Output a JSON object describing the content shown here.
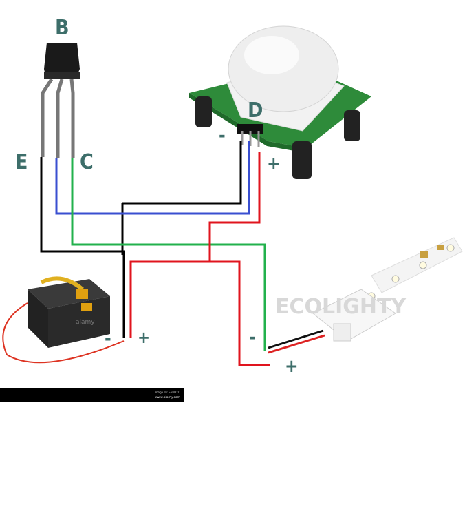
{
  "labels": {
    "transistor_base": "B",
    "transistor_emitter": "E",
    "transistor_collector": "C",
    "pir_data": "D",
    "pir_minus": "-",
    "pir_plus": "+",
    "battery_minus": "-",
    "battery_plus": "+",
    "led_minus": "-",
    "led_plus": "+"
  },
  "watermarks": {
    "led_brand": "ECOLIGHTY",
    "stock_bar_line1": "Image ID: E5MPXD",
    "stock_bar_line2": "www.alamy.com",
    "battery_brand": "alamy"
  },
  "colors": {
    "wire_black": "#000000",
    "wire_blue": "#3a4fd0",
    "wire_green": "#22b14c",
    "wire_red": "#e0141e",
    "label": "#3d6e6a"
  }
}
